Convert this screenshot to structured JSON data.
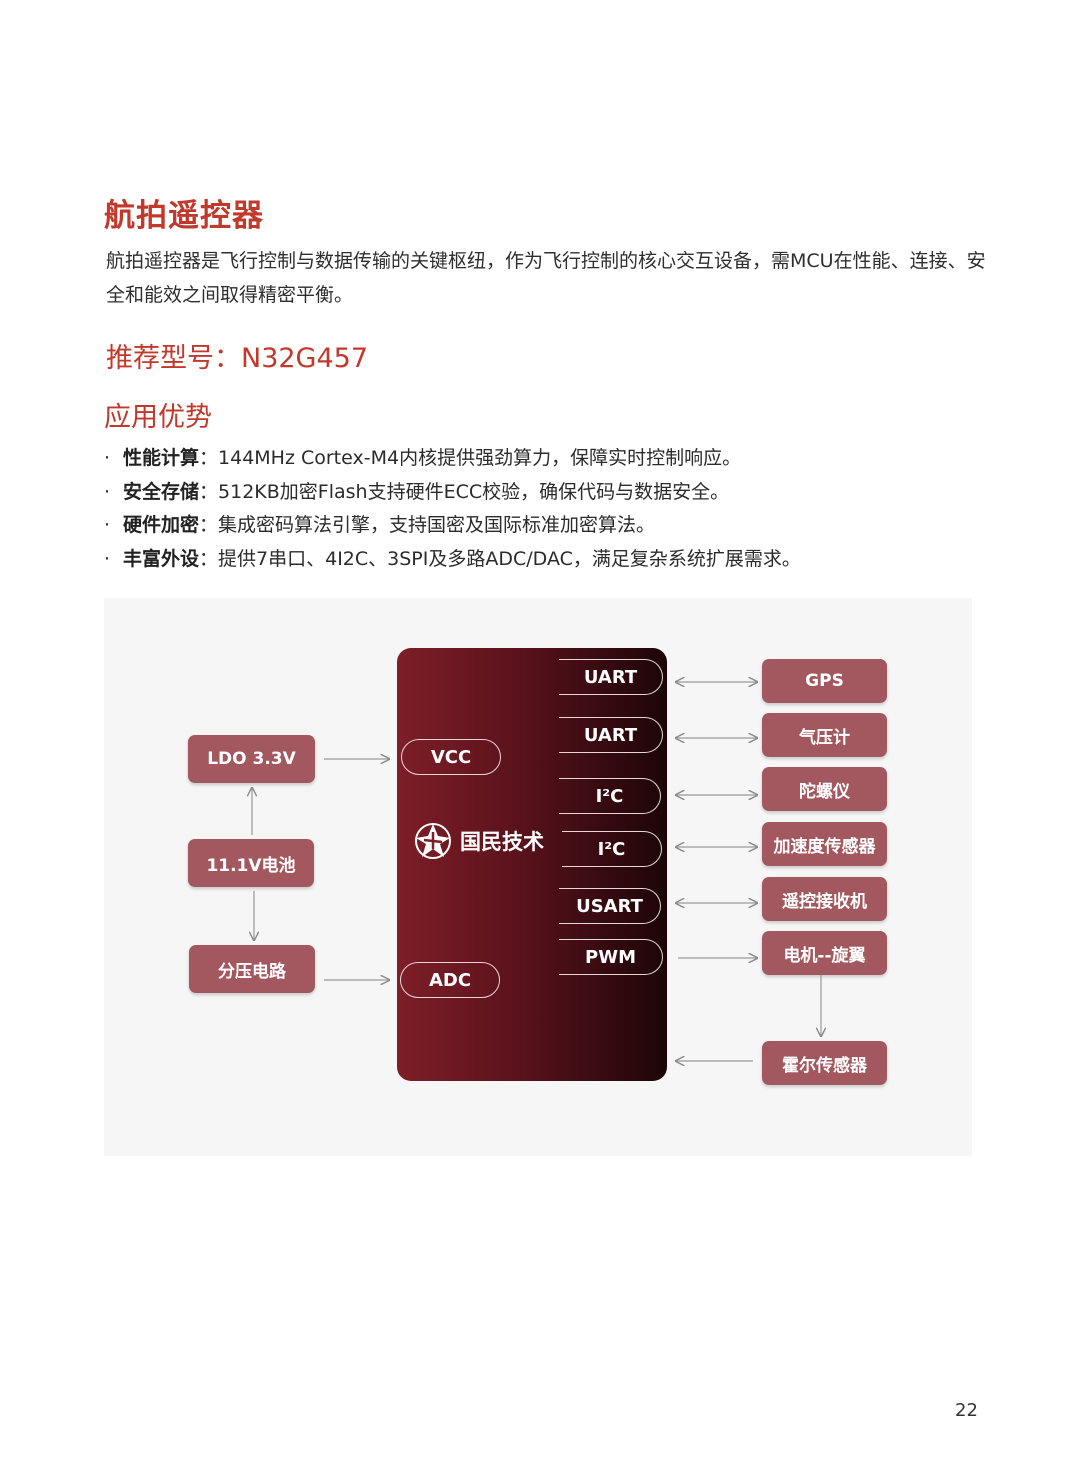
{
  "title": "航拍遥控器",
  "intro": "航拍遥控器是飞行控制与数据传输的关键枢纽，作为飞行控制的核心交互设备，需MCU在性能、连接、安全和能效之间取得精密平衡。",
  "model": "推荐型号：N32G457",
  "section": "应用优势",
  "bullets": [
    {
      "label": "性能计算",
      "text": "：144MHz Cortex-M4内核提供强劲算力，保障实时控制响应。"
    },
    {
      "label": "安全存储",
      "text": "：512KB加密Flash支持硬件ECC校验，确保代码与数据安全。"
    },
    {
      "label": "硬件加密",
      "text": "：集成密码算法引擎，支持国密及国际标准加密算法。"
    },
    {
      "label": "丰富外设",
      "text": "：提供7串口、4I2C、3SPI及多路ADC/DAC，满足复杂系统扩展需求。"
    }
  ],
  "bullet_marker": "·",
  "diagram": {
    "brand": "国民技术",
    "power": {
      "ldo": "LDO 3.3V",
      "battery": "11.1V电池",
      "divider": "分压电路"
    },
    "left_ports": {
      "vcc": "VCC",
      "adc": "ADC"
    },
    "right_ports": [
      "UART",
      "UART",
      "I²C",
      "I²C",
      "USART",
      "PWM"
    ],
    "peripherals": [
      "GPS",
      "气压计",
      "陀螺仪",
      "加速度传感器",
      "遥控接收机",
      "电机--旋翼",
      "霍尔传感器"
    ]
  },
  "page_number": "22",
  "colors": {
    "accent": "#c0392b",
    "box": "#a3585f",
    "chip_dark": "#1c0508",
    "chip_red": "#7e1e28"
  }
}
